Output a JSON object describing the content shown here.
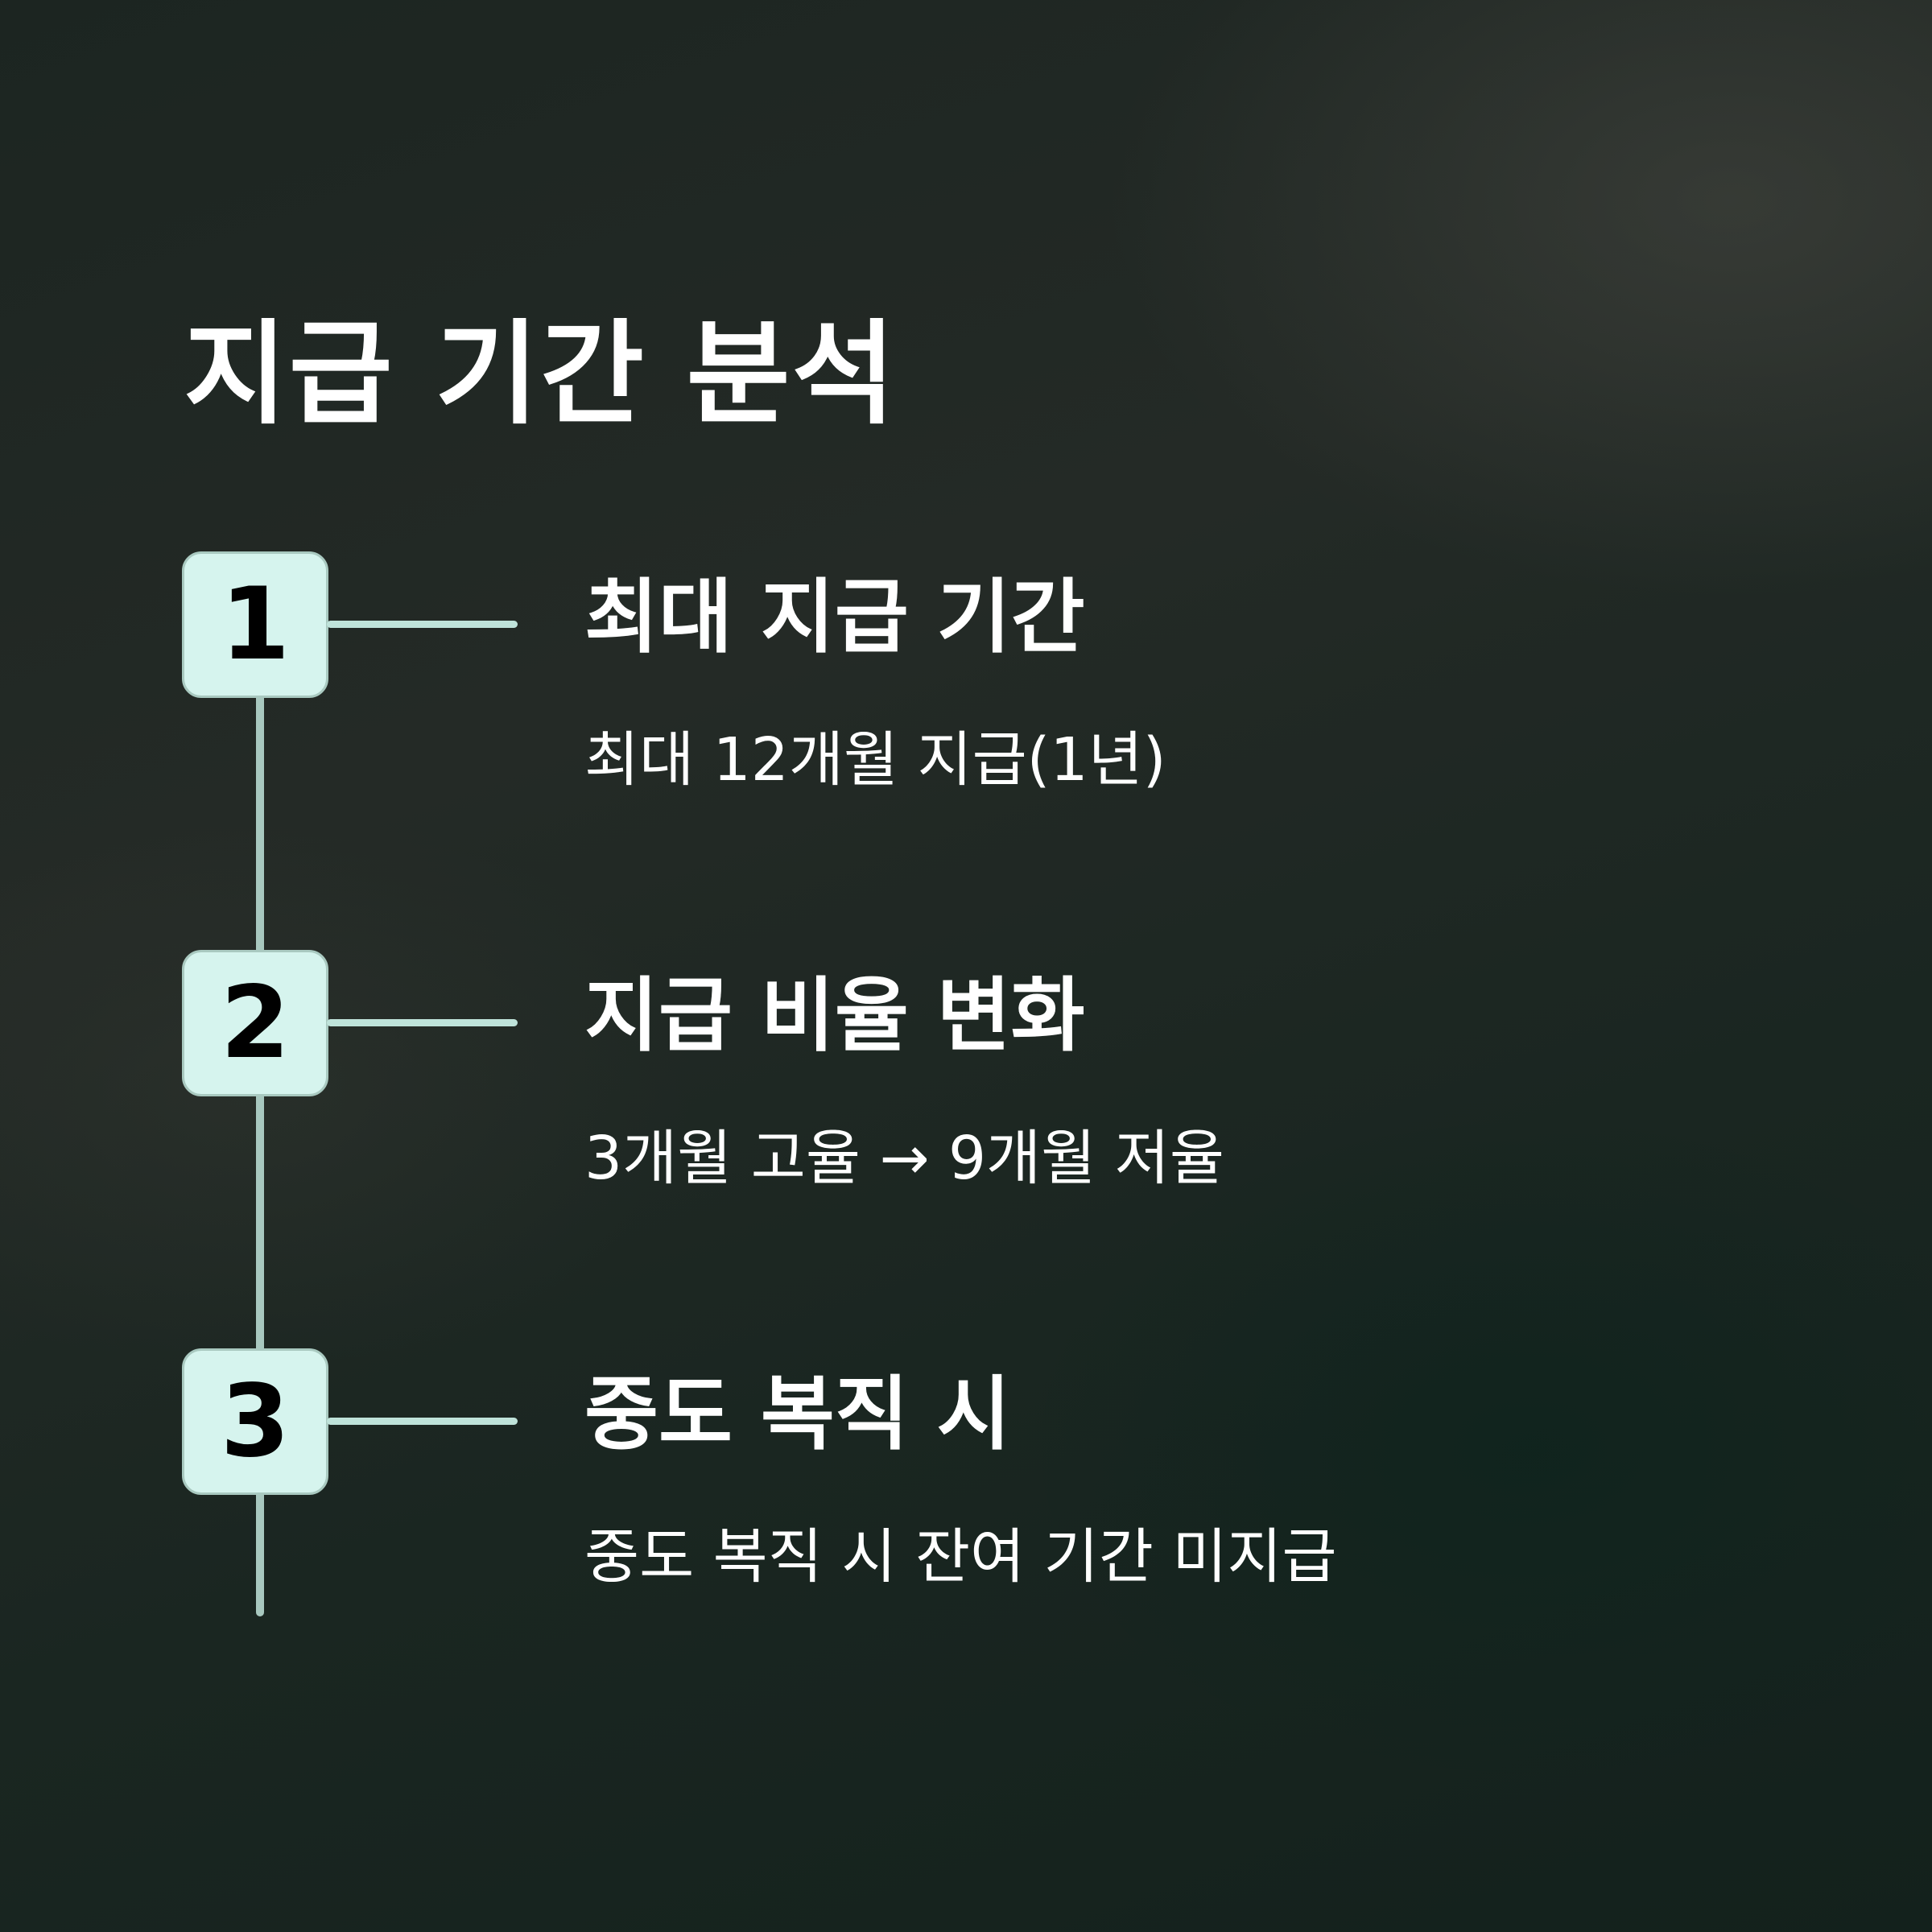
{
  "page": {
    "title": "지급 기간 분석"
  },
  "steps": [
    {
      "number": "1",
      "title": "최대 지급 기간",
      "description": "최대 12개월 지급(1년)"
    },
    {
      "number": "2",
      "title": "지급 비율 변화",
      "description": "3개월 고율 → 9개월 저율"
    },
    {
      "number": "3",
      "title": "중도 복직 시",
      "description": "중도 복직 시 잔여 기간 미지급"
    }
  ],
  "colors": {
    "background": "#1e2723",
    "badge_fill": "#d6f4ee",
    "badge_border": "#a9c9c0",
    "line": "#a8c8bf",
    "text": "#ffffff"
  }
}
